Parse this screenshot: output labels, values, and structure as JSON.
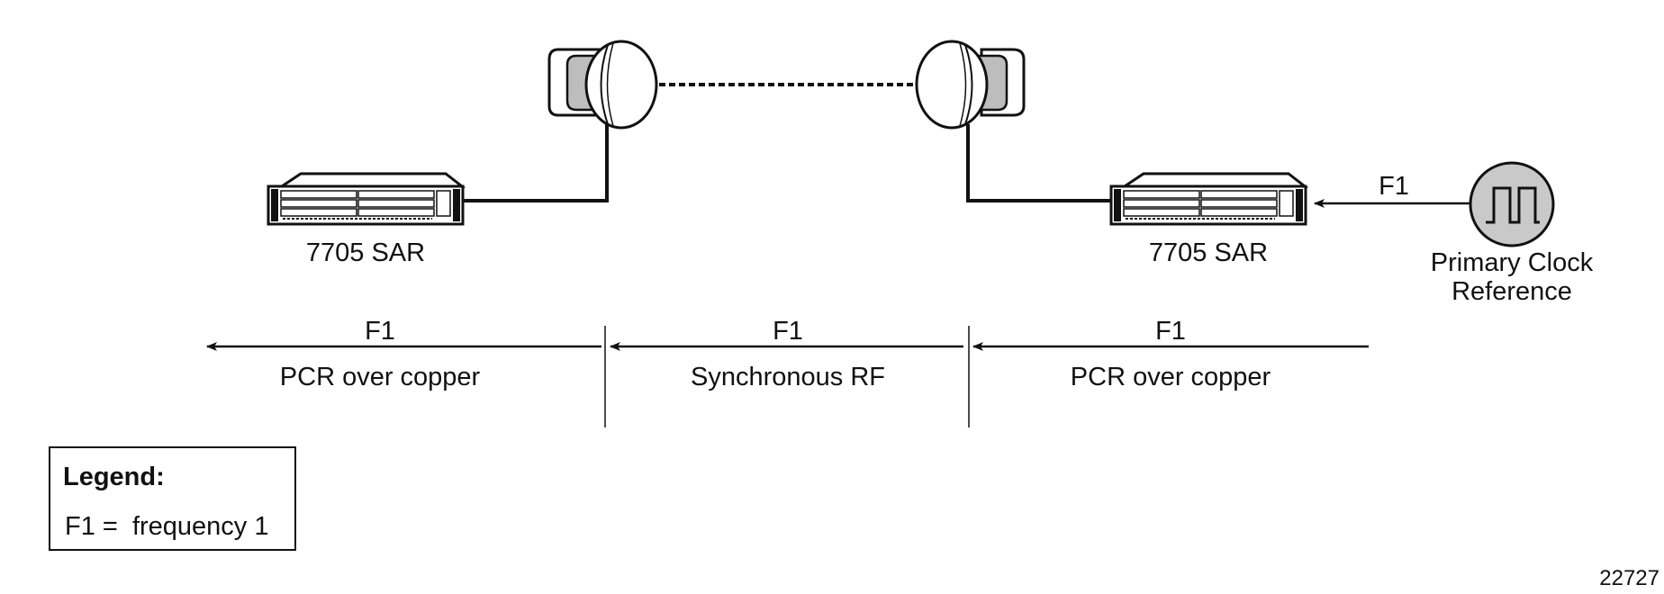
{
  "devices": {
    "left_router_label": "7705 SAR",
    "right_router_label": "7705 SAR",
    "clock_label_line1": "Primary Clock",
    "clock_label_line2": "Reference",
    "clock_input_label": "F1"
  },
  "segments": [
    {
      "freq": "F1",
      "label": "PCR over copper"
    },
    {
      "freq": "F1",
      "label": "Synchronous RF"
    },
    {
      "freq": "F1",
      "label": "PCR over copper"
    }
  ],
  "legend": {
    "title": "Legend:",
    "entry": "F1 =  frequency 1"
  },
  "figure_number": "22727"
}
